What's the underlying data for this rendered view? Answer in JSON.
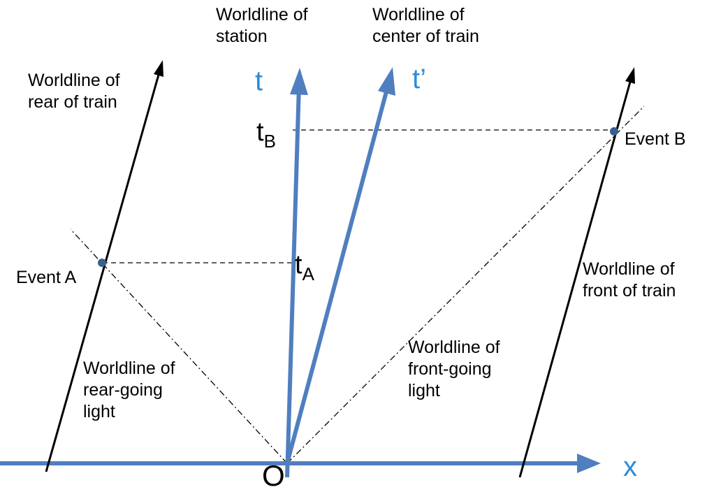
{
  "axes": {
    "t_label": "t",
    "t_prime_label": "t’",
    "x_label": "x",
    "origin_label": "O"
  },
  "ticks": {
    "tA_main": "t",
    "tA_sub": "A",
    "tB_main": "t",
    "tB_sub": "B"
  },
  "events": {
    "event_a": "Event A",
    "event_b": "Event B"
  },
  "worldlines": {
    "station": "Worldline of\nstation",
    "center_of_train": "Worldline of\ncenter of train",
    "rear_of_train": "Worldline of\nrear of train",
    "front_of_train": "Worldline of\nfront of train",
    "rear_going_light": "Worldline of\nrear-going\nlight",
    "front_going_light": "Worldline of\nfront-going\nlight"
  },
  "colors": {
    "axis": "#4f7fbf",
    "axis_label": "#2e8bd8",
    "worldline": "#000000",
    "event_dot": "#3a5f8f"
  }
}
